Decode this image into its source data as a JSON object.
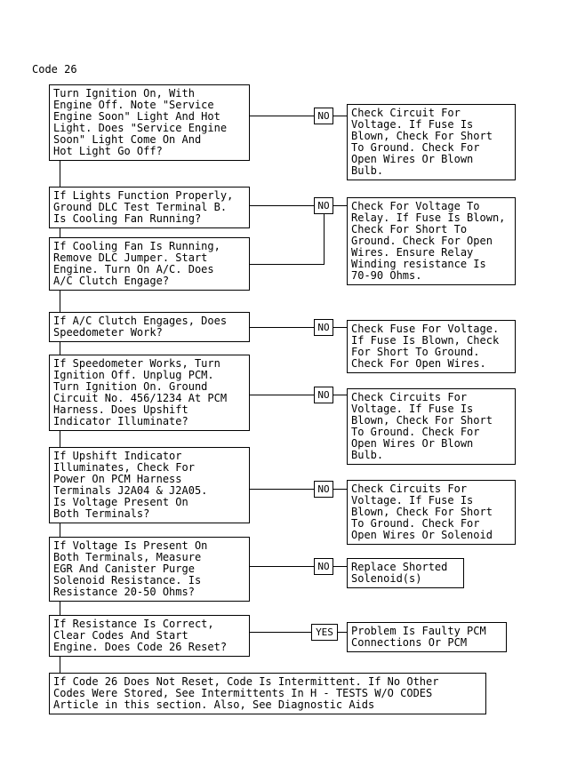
{
  "page_title": "Code 26",
  "labels": {
    "no": "NO",
    "yes": "YES"
  },
  "steps": {
    "s1": "Turn Ignition On, With\nEngine Off. Note \"Service\nEngine Soon\" Light And Hot\nLight. Does \"Service Engine\nSoon\" Light Come On And\nHot Light Go Off?",
    "s2": "If Lights Function Properly,\nGround DLC Test Terminal B.\nIs Cooling Fan Running?",
    "s3": "If Cooling Fan Is Running,\nRemove DLC Jumper. Start\nEngine. Turn On A/C. Does\nA/C Clutch Engage?",
    "s4": "If A/C Clutch Engages, Does\nSpeedometer Work?",
    "s5": "If Speedometer Works, Turn\nIgnition Off. Unplug PCM.\nTurn Ignition On. Ground\nCircuit No. 456/1234 At PCM\nHarness. Does Upshift\nIndicator Illuminate?",
    "s6": "If Upshift Indicator\nIlluminates, Check For\nPower On PCM Harness\nTerminals J2A04 & J2A05.\nIs Voltage Present On\nBoth Terminals?",
    "s7": "If Voltage Is Present On\nBoth Terminals, Measure\nEGR And Canister Purge\nSolenoid Resistance. Is\nResistance 20-50 Ohms?",
    "s8": "If Resistance Is Correct,\nClear Codes And Start\nEngine. Does Code 26 Reset?",
    "s9": "If Code 26 Does Not Reset, Code Is Intermittent. If No Other\nCodes Were Stored, See Intermittents In H - TESTS W/O CODES\nArticle in this section. Also, See Diagnostic Aids"
  },
  "results": {
    "r1": "Check Circuit For\nVoltage. If Fuse Is\nBlown, Check For Short\nTo Ground. Check For\nOpen Wires Or Blown\nBulb.",
    "r2": "Check For Voltage To\nRelay. If Fuse Is Blown,\nCheck For Short To\nGround. Check For Open\nWires. Ensure Relay\nWinding resistance Is\n70-90 Ohms.",
    "r3": "Check Fuse For Voltage.\nIf Fuse Is Blown, Check\nFor Short To Ground.\nCheck For Open Wires.",
    "r4": "Check Circuits For\nVoltage. If Fuse Is\nBlown, Check For Short\nTo Ground. Check For\nOpen Wires Or Blown\nBulb.",
    "r5": "Check Circuits For\nVoltage. If Fuse Is\nBlown, Check For Short\nTo Ground. Check For\nOpen Wires Or Solenoid",
    "r6": "Replace Shorted\nSolenoid(s)",
    "r7": "Problem Is Faulty PCM\nConnections Or PCM"
  }
}
